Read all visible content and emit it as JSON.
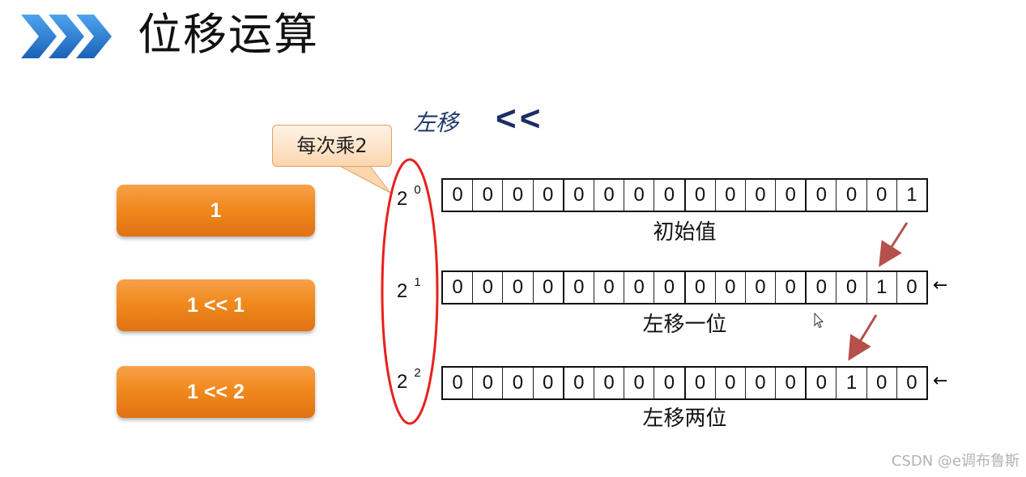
{
  "header": {
    "logo_icon": "triple-chevron-right-icon",
    "title": "位移运算"
  },
  "section": {
    "subhead": "左移",
    "operator": "<<"
  },
  "callout": {
    "text": "每次乘2"
  },
  "buttons": [
    {
      "label": "1"
    },
    {
      "label": "1 << 1"
    },
    {
      "label": "1 << 2"
    }
  ],
  "powers": [
    {
      "base": "2",
      "exponent": "0"
    },
    {
      "base": "2",
      "exponent": "1"
    },
    {
      "base": "2",
      "exponent": "2"
    }
  ],
  "rows": [
    {
      "bits": [
        "0",
        "0",
        "0",
        "0",
        "0",
        "0",
        "0",
        "0",
        "0",
        "0",
        "0",
        "0",
        "0",
        "0",
        "0",
        "1"
      ],
      "label": "初始值",
      "input_arrow": ""
    },
    {
      "bits": [
        "0",
        "0",
        "0",
        "0",
        "0",
        "0",
        "0",
        "0",
        "0",
        "0",
        "0",
        "0",
        "0",
        "0",
        "1",
        "0"
      ],
      "label": "左移一位",
      "input_arrow": "←"
    },
    {
      "bits": [
        "0",
        "0",
        "0",
        "0",
        "0",
        "0",
        "0",
        "0",
        "0",
        "0",
        "0",
        "0",
        "0",
        "1",
        "0",
        "0"
      ],
      "label": "左移两位",
      "input_arrow": "←"
    }
  ],
  "colors": {
    "button_orange": "#f08a1e",
    "ellipse_red": "#e8201c",
    "arrow_red": "#b5504a",
    "operator_navy": "#1c2f63",
    "logo_blue": "#2a7ad4"
  },
  "watermark": "CSDN @e调布鲁斯"
}
